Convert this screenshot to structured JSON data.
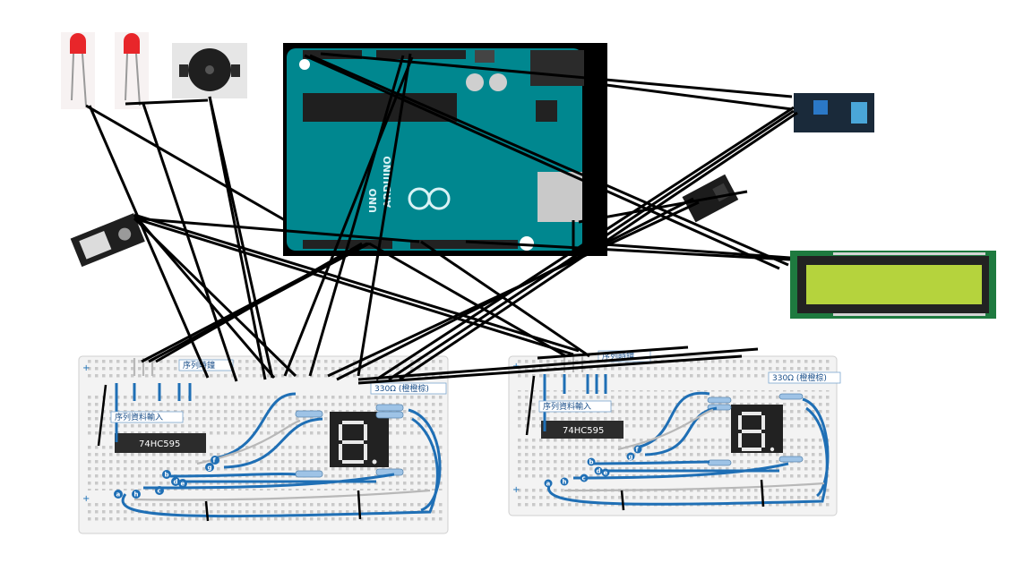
{
  "components": {
    "led1": {
      "name": "red-led",
      "color": "#e8262a"
    },
    "led2": {
      "name": "red-led",
      "color": "#e8262a"
    },
    "buzzer": {
      "name": "piezo-buzzer"
    },
    "arduino": {
      "label_main": "UNO",
      "label_brand": "ARDUINO",
      "color": "#00878f"
    },
    "sound_sensor": {
      "name": "sound-sensor-module"
    },
    "ir_sensor": {
      "name": "ir-receiver-module"
    },
    "motion_sensor": {
      "name": "sensor-module-blue"
    },
    "lcd": {
      "name": "lcd-1602",
      "color": "#b5d33d"
    }
  },
  "breadboards": [
    {
      "top_label": "序列時鐘",
      "input_label": "序列資料輸入",
      "chip_label": "74HC595",
      "resistor_label": "330Ω (橙橙棕)",
      "pin_letters": [
        "f",
        "g",
        "b",
        "d",
        "e",
        "a",
        "h",
        "c"
      ]
    },
    {
      "top_label": "序列時鐘",
      "input_label": "序列資料輸入",
      "chip_label": "74HC595",
      "resistor_label": "330Ω (橙橙棕)",
      "pin_letters": [
        "f",
        "g",
        "b",
        "d",
        "e",
        "a",
        "h",
        "c"
      ]
    }
  ],
  "colors": {
    "wire_black": "#000000",
    "wire_blue": "#1f6fb5",
    "wire_gray": "#b8b8b8",
    "display": "#222222",
    "chip": "#2c2c2c"
  }
}
